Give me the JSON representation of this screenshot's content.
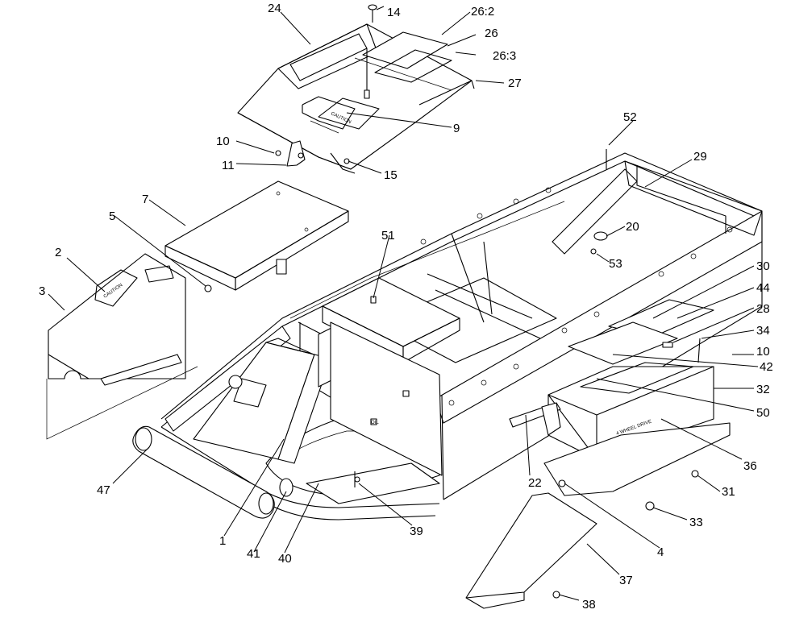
{
  "drawing": {
    "callouts": [
      "1",
      "2",
      "3",
      "4",
      "5",
      "7",
      "9",
      "10",
      "10",
      "11",
      "14",
      "15",
      "20",
      "22",
      "24",
      "26:2",
      "26",
      "26:3",
      "27",
      "28",
      "29",
      "30",
      "31",
      "32",
      "33",
      "34",
      "36",
      "37",
      "38",
      "39",
      "40",
      "41",
      "42",
      "44",
      "47",
      "50",
      "51",
      "52",
      "53"
    ],
    "decal_texts": {
      "caution_decal": "CAUTION",
      "wheel_drive_decal": "4 WHEEL DRIVE",
      "seat_plate_decal": "CAUTION",
      "oil_mark": "OIL"
    }
  }
}
